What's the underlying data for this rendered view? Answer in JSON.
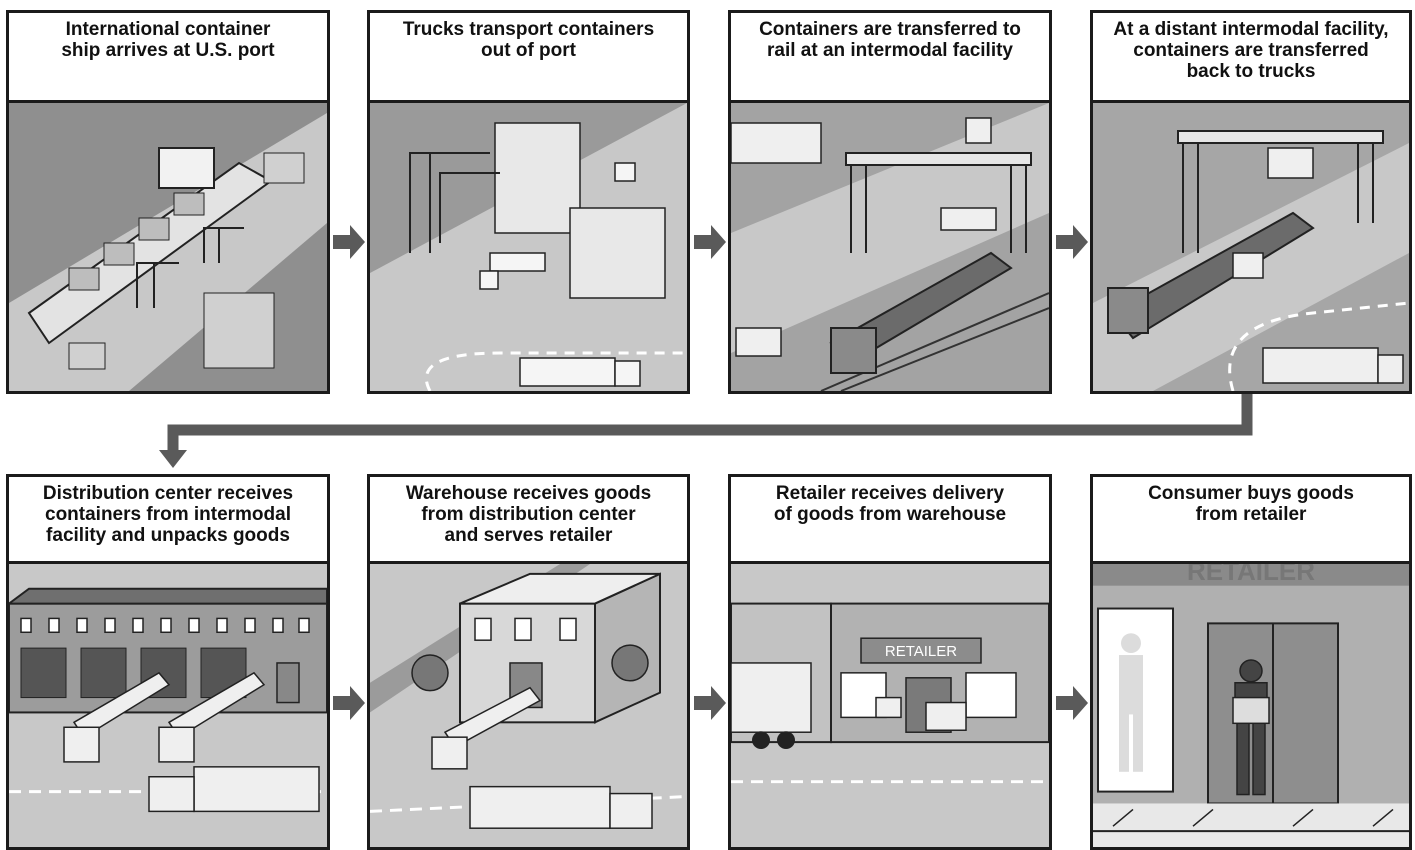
{
  "steps": [
    {
      "caption": "International container\nship arrives at U.S. port"
    },
    {
      "caption": "Trucks transport containers\nout of port"
    },
    {
      "caption": "Containers are transferred to\nrail at an intermodal facility"
    },
    {
      "caption": "At a distant intermodal facility,\ncontainers are transferred\nback to trucks"
    },
    {
      "caption": "Distribution center receives\ncontainers from intermodal\nfacility and unpacks goods"
    },
    {
      "caption": "Warehouse receives goods\nfrom distribution center\nand serves retailer"
    },
    {
      "caption": "Retailer receives delivery\nof goods from warehouse"
    },
    {
      "caption": "Consumer buys goods\nfrom retailer"
    }
  ],
  "signs": {
    "retailer_sign": "RETAILER",
    "storefront_sign": "RETAILER"
  },
  "colors": {
    "border": "#1b1b1b",
    "arrow": "#5a5a5a",
    "ground": "#c9c9c9"
  }
}
